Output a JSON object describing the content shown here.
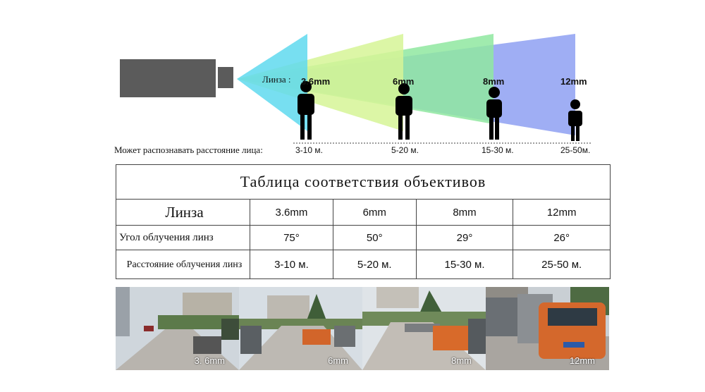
{
  "diagram": {
    "lens_prefix": "Линза :",
    "lenses": [
      "3.6mm",
      "6mm",
      "8mm",
      "12mm"
    ],
    "distance_caption": "Может распознавать расстояние лица:",
    "distances": [
      "3-10 м.",
      "5-20 м.",
      "15-30 м.",
      "25-50м."
    ],
    "beam_colors": [
      "#5fd9ef",
      "#d6f596",
      "#8fe8a0",
      "#8ea0f2"
    ]
  },
  "table": {
    "title": "Таблица соответствия объективов",
    "rows": [
      {
        "head": "Линза",
        "values": [
          "3.6mm",
          "6mm",
          "8mm",
          "12mm"
        ]
      },
      {
        "head": "Угол облучения линз",
        "values": [
          "75°",
          "50°",
          "29°",
          "26°"
        ]
      },
      {
        "head": "Расстояние облучения линз",
        "values": [
          "3-10 м.",
          "5-20 м.",
          "15-30 м.",
          "25-50 м."
        ]
      }
    ]
  },
  "photos": {
    "labels": [
      "3. 6mm",
      "6mm",
      "8mm",
      "12mm"
    ]
  }
}
